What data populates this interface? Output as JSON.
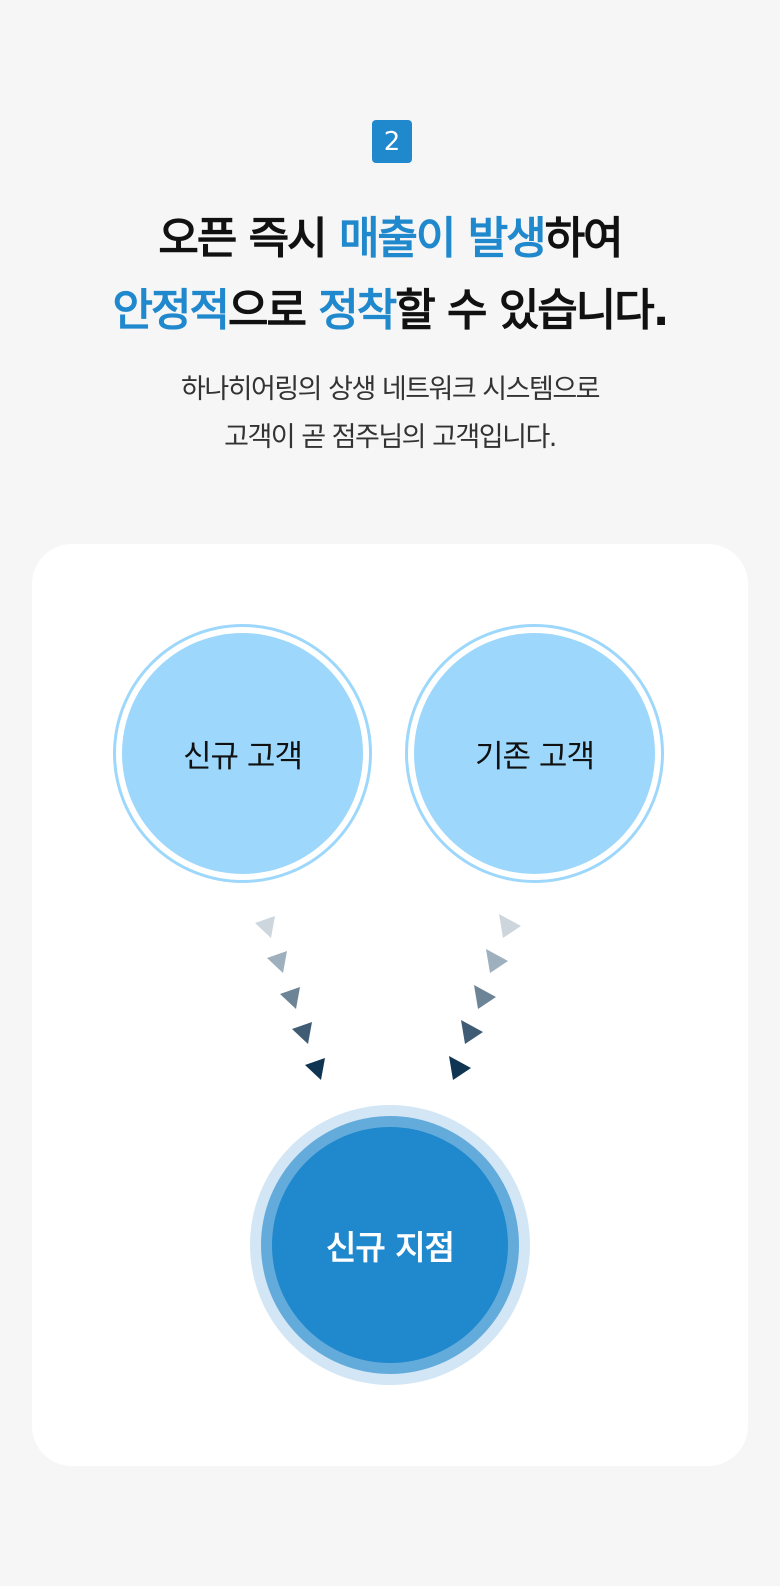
{
  "badge": {
    "number": "2"
  },
  "headline": {
    "line1": [
      {
        "text": "오픈 즉시 ",
        "highlight": false
      },
      {
        "text": "매출이 발생",
        "highlight": true
      },
      {
        "text": "하여",
        "highlight": false
      }
    ],
    "line2": [
      {
        "text": "안정적",
        "highlight": true
      },
      {
        "text": "으로 ",
        "highlight": false
      },
      {
        "text": "정착",
        "highlight": true
      },
      {
        "text": "할 수 있습니다.",
        "highlight": false
      }
    ]
  },
  "subtitle": {
    "line1": "하나히어링의 상생 네트워크 시스템으로",
    "line2": "고객이 곧 점주님의 고객입니다."
  },
  "diagram": {
    "sources": [
      {
        "label": "신규 고객"
      },
      {
        "label": "기존 고객"
      }
    ],
    "target": {
      "label": "신규 지점"
    },
    "arrow_colors": [
      "#cdd6dd",
      "#9eafbd",
      "#6d8497",
      "#3f5c74",
      "#0f3552"
    ]
  },
  "colors": {
    "accent": "#2088cc",
    "customer_circle": "#9dd8fc",
    "background": "#f6f6f6",
    "card": "#ffffff"
  }
}
